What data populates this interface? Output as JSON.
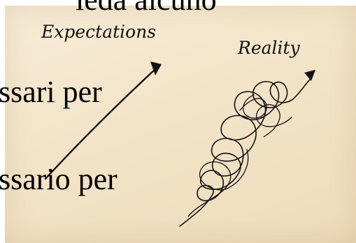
{
  "overlay_text": {
    "line_1": "ieda alcuno",
    "line_2": "ssari per",
    "line_3": "ssario per"
  },
  "sketch": {
    "left_label": "Expectations",
    "right_label": "Reality"
  },
  "colors": {
    "paper": "#f3e4c8",
    "ink": "#111111",
    "text": "#000000"
  }
}
